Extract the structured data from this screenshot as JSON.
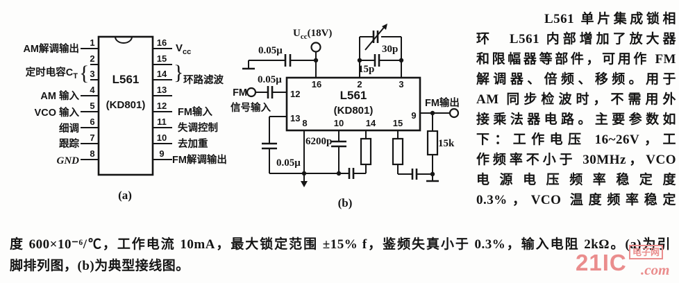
{
  "right_column": {
    "lines": [
      "L561 单片集成锁相",
      "环　L561 内部增加了放大器",
      "和限幅器等部件，可用作 FM",
      "解调器、倍频、移频。用于",
      "AM 同步检波时，不需用外",
      "接乘法器电路。主要参数如",
      "下：工作电压 16~26V，工",
      "作频率不小于 30MHz，VCO",
      "电源电压频率稳定度",
      "0.3%，VCO 温度频率稳定"
    ]
  },
  "bottom": {
    "lines": [
      "度 600×10⁻⁶/℃，工作电流 10mA，最大锁定范围 ±15% f，鉴频失真小于 0.3%，输入电阻 2kΩ。(a)为引",
      "脚排列图，(b)为典型接线图。"
    ]
  },
  "watermark": {
    "big": "21IC",
    "dotcom": ".com",
    "box_label": "电子网",
    "color": "#ea8d8d"
  },
  "diagram_a": {
    "caption": "(a)",
    "chip": {
      "line1": "L561",
      "line2": "(KD801)"
    },
    "pins_left": [
      {
        "num": "1",
        "label": "AM解调输出"
      },
      {
        "num": "2",
        "label": ""
      },
      {
        "num": "3",
        "label": ""
      },
      {
        "num": "4",
        "label": "AM 输入"
      },
      {
        "num": "5",
        "label": "VCO 输入"
      },
      {
        "num": "6",
        "label": "细调"
      },
      {
        "num": "7",
        "label": "跟踪"
      },
      {
        "num": "8",
        "label": "GND"
      }
    ],
    "group_left": {
      "label_main": "定时电容C",
      "label_sub": "T",
      "brace": "{"
    },
    "vcc": {
      "main": "V",
      "sub": "cc"
    },
    "group_right": {
      "brace": "}",
      "label": "环路滤波"
    },
    "pins_right": [
      {
        "num": "16",
        "label": ""
      },
      {
        "num": "15",
        "label": ""
      },
      {
        "num": "14",
        "label": ""
      },
      {
        "num": "13",
        "label": ""
      },
      {
        "num": "12",
        "label": "FM输入"
      },
      {
        "num": "11",
        "label": "失调控制"
      },
      {
        "num": "10",
        "label": "去加重"
      },
      {
        "num": "9",
        "label": "FM解调输出"
      }
    ]
  },
  "diagram_b": {
    "caption": "(b)",
    "chip": {
      "line1": "L561",
      "line2": "(KD801)"
    },
    "supply": {
      "main": "U",
      "sub": "cc",
      "suffix": "(18V)"
    },
    "pin_numbers": {
      "p16": "16",
      "p2": "2",
      "p3": "3",
      "p12": "12",
      "p13": "13",
      "p8": "8",
      "p10": "10",
      "p14": "14",
      "p15": "15",
      "p9": "9"
    },
    "labels": {
      "bypass_cap": "0.05μ",
      "input_cap": "0.05μ",
      "pin13_cap": "0.05μ",
      "pin10_cap": "6200p",
      "fixed_cap": "15p",
      "var_cap": "30p",
      "out_res": "15k",
      "fm_in_line1": "FM",
      "fm_in_line2": "信号输入",
      "fm_out": "FM输出"
    }
  }
}
